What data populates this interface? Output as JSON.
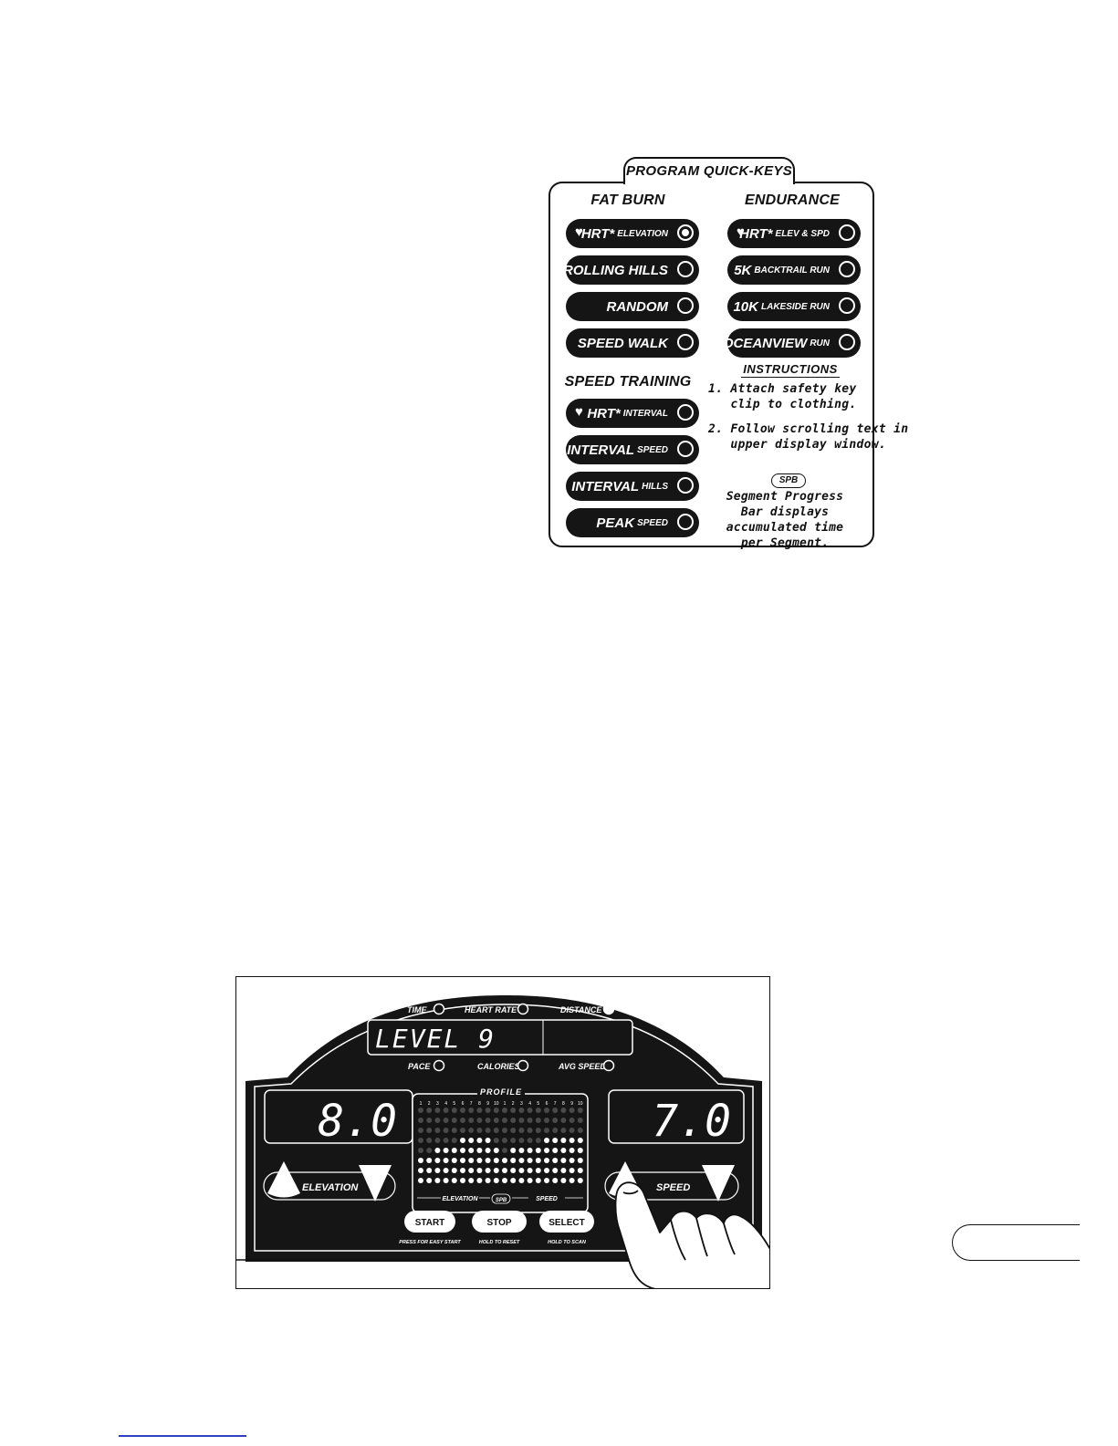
{
  "quick_keys": {
    "title": "PROGRAM QUICK-KEYS",
    "fat_burn": {
      "heading": "FAT BURN",
      "buttons": [
        {
          "main": "HRT*",
          "sub": "ELEVATION",
          "heart": true,
          "led_on": true
        },
        {
          "main": "ROLLING HILLS",
          "sub": "",
          "heart": false,
          "led_on": false
        },
        {
          "main": "RANDOM",
          "sub": "",
          "heart": false,
          "led_on": false
        },
        {
          "main": "SPEED WALK",
          "sub": "",
          "heart": false,
          "led_on": false
        }
      ]
    },
    "endurance": {
      "heading": "ENDURANCE",
      "buttons": [
        {
          "main": "HRT*",
          "sub": "ELEV & SPD",
          "heart": true,
          "led_on": false
        },
        {
          "main": "5K",
          "sub": "BACKTRAIL RUN",
          "heart": false,
          "led_on": false
        },
        {
          "main": "10K",
          "sub": "LAKESIDE RUN",
          "heart": false,
          "led_on": false
        },
        {
          "main": "OCEANVIEW",
          "sub": "RUN",
          "heart": false,
          "led_on": false
        }
      ]
    },
    "speed_training": {
      "heading": "SPEED TRAINING",
      "buttons": [
        {
          "main": "HRT*",
          "sub": "INTERVAL",
          "heart": true,
          "led_on": false
        },
        {
          "main": "INTERVAL",
          "sub": "SPEED",
          "heart": false,
          "led_on": false
        },
        {
          "main": "INTERVAL",
          "sub": "HILLS",
          "heart": false,
          "led_on": false
        },
        {
          "main": "PEAK",
          "sub": "SPEED",
          "heart": false,
          "led_on": false
        }
      ]
    },
    "instructions": {
      "title": "INSTRUCTIONS",
      "step1": "1. Attach safety key\n   clip to clothing.",
      "step2": "2. Follow scrolling text in\n   upper display window."
    },
    "spb": {
      "badge": "SPB",
      "text": "Segment Progress Bar displays accumulated time per Segment."
    }
  },
  "console": {
    "top_labels": {
      "time": "TIME",
      "heart_rate": "HEART RATE*",
      "distance": "DISTANCE"
    },
    "bottom_labels": {
      "pace": "PACE",
      "calories": "CALORIES",
      "avg_speed": "AVG SPEED"
    },
    "message_display": "LEVEL  9",
    "elevation_value": "8.0",
    "speed_value": "7.0",
    "elevation_label": "ELEVATION",
    "speed_label": "SPEED",
    "profile_label": "PROFILE",
    "profile_elevation": "ELEVATION",
    "profile_speed": "SPEED",
    "profile_spb": "SPB",
    "profile_ticks": [
      "1",
      "2",
      "3",
      "4",
      "5",
      "6",
      "7",
      "8",
      "9",
      "10",
      "1",
      "2",
      "3",
      "4",
      "5",
      "6",
      "7",
      "8",
      "9",
      "10"
    ],
    "buttons": {
      "start": "START",
      "stop": "STOP",
      "select": "SELECT"
    },
    "button_hints": {
      "start": "PRESS FOR EASY START",
      "stop": "HOLD TO RESET",
      "select": "HOLD TO SCAN"
    },
    "profile_levels": [
      4,
      4,
      5,
      5,
      5,
      6,
      6,
      6,
      6,
      5,
      4,
      5,
      5,
      5,
      5,
      6,
      6,
      6,
      6,
      6
    ]
  }
}
